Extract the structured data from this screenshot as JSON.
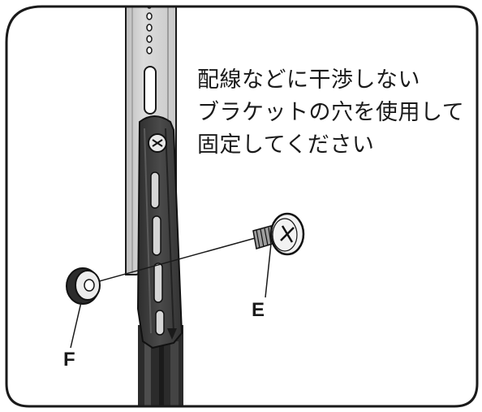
{
  "instruction": {
    "lines": [
      "配線などに干渉しない",
      "ブラケットの穴を使用して",
      "固定してください"
    ]
  },
  "parts": {
    "screw_label": "E",
    "cap_label": "F"
  },
  "colors": {
    "frame": "#1a1a1a",
    "rail": "#d4d4d4",
    "bracket": "#3c3c3c",
    "screw": "#f2f2f2"
  }
}
